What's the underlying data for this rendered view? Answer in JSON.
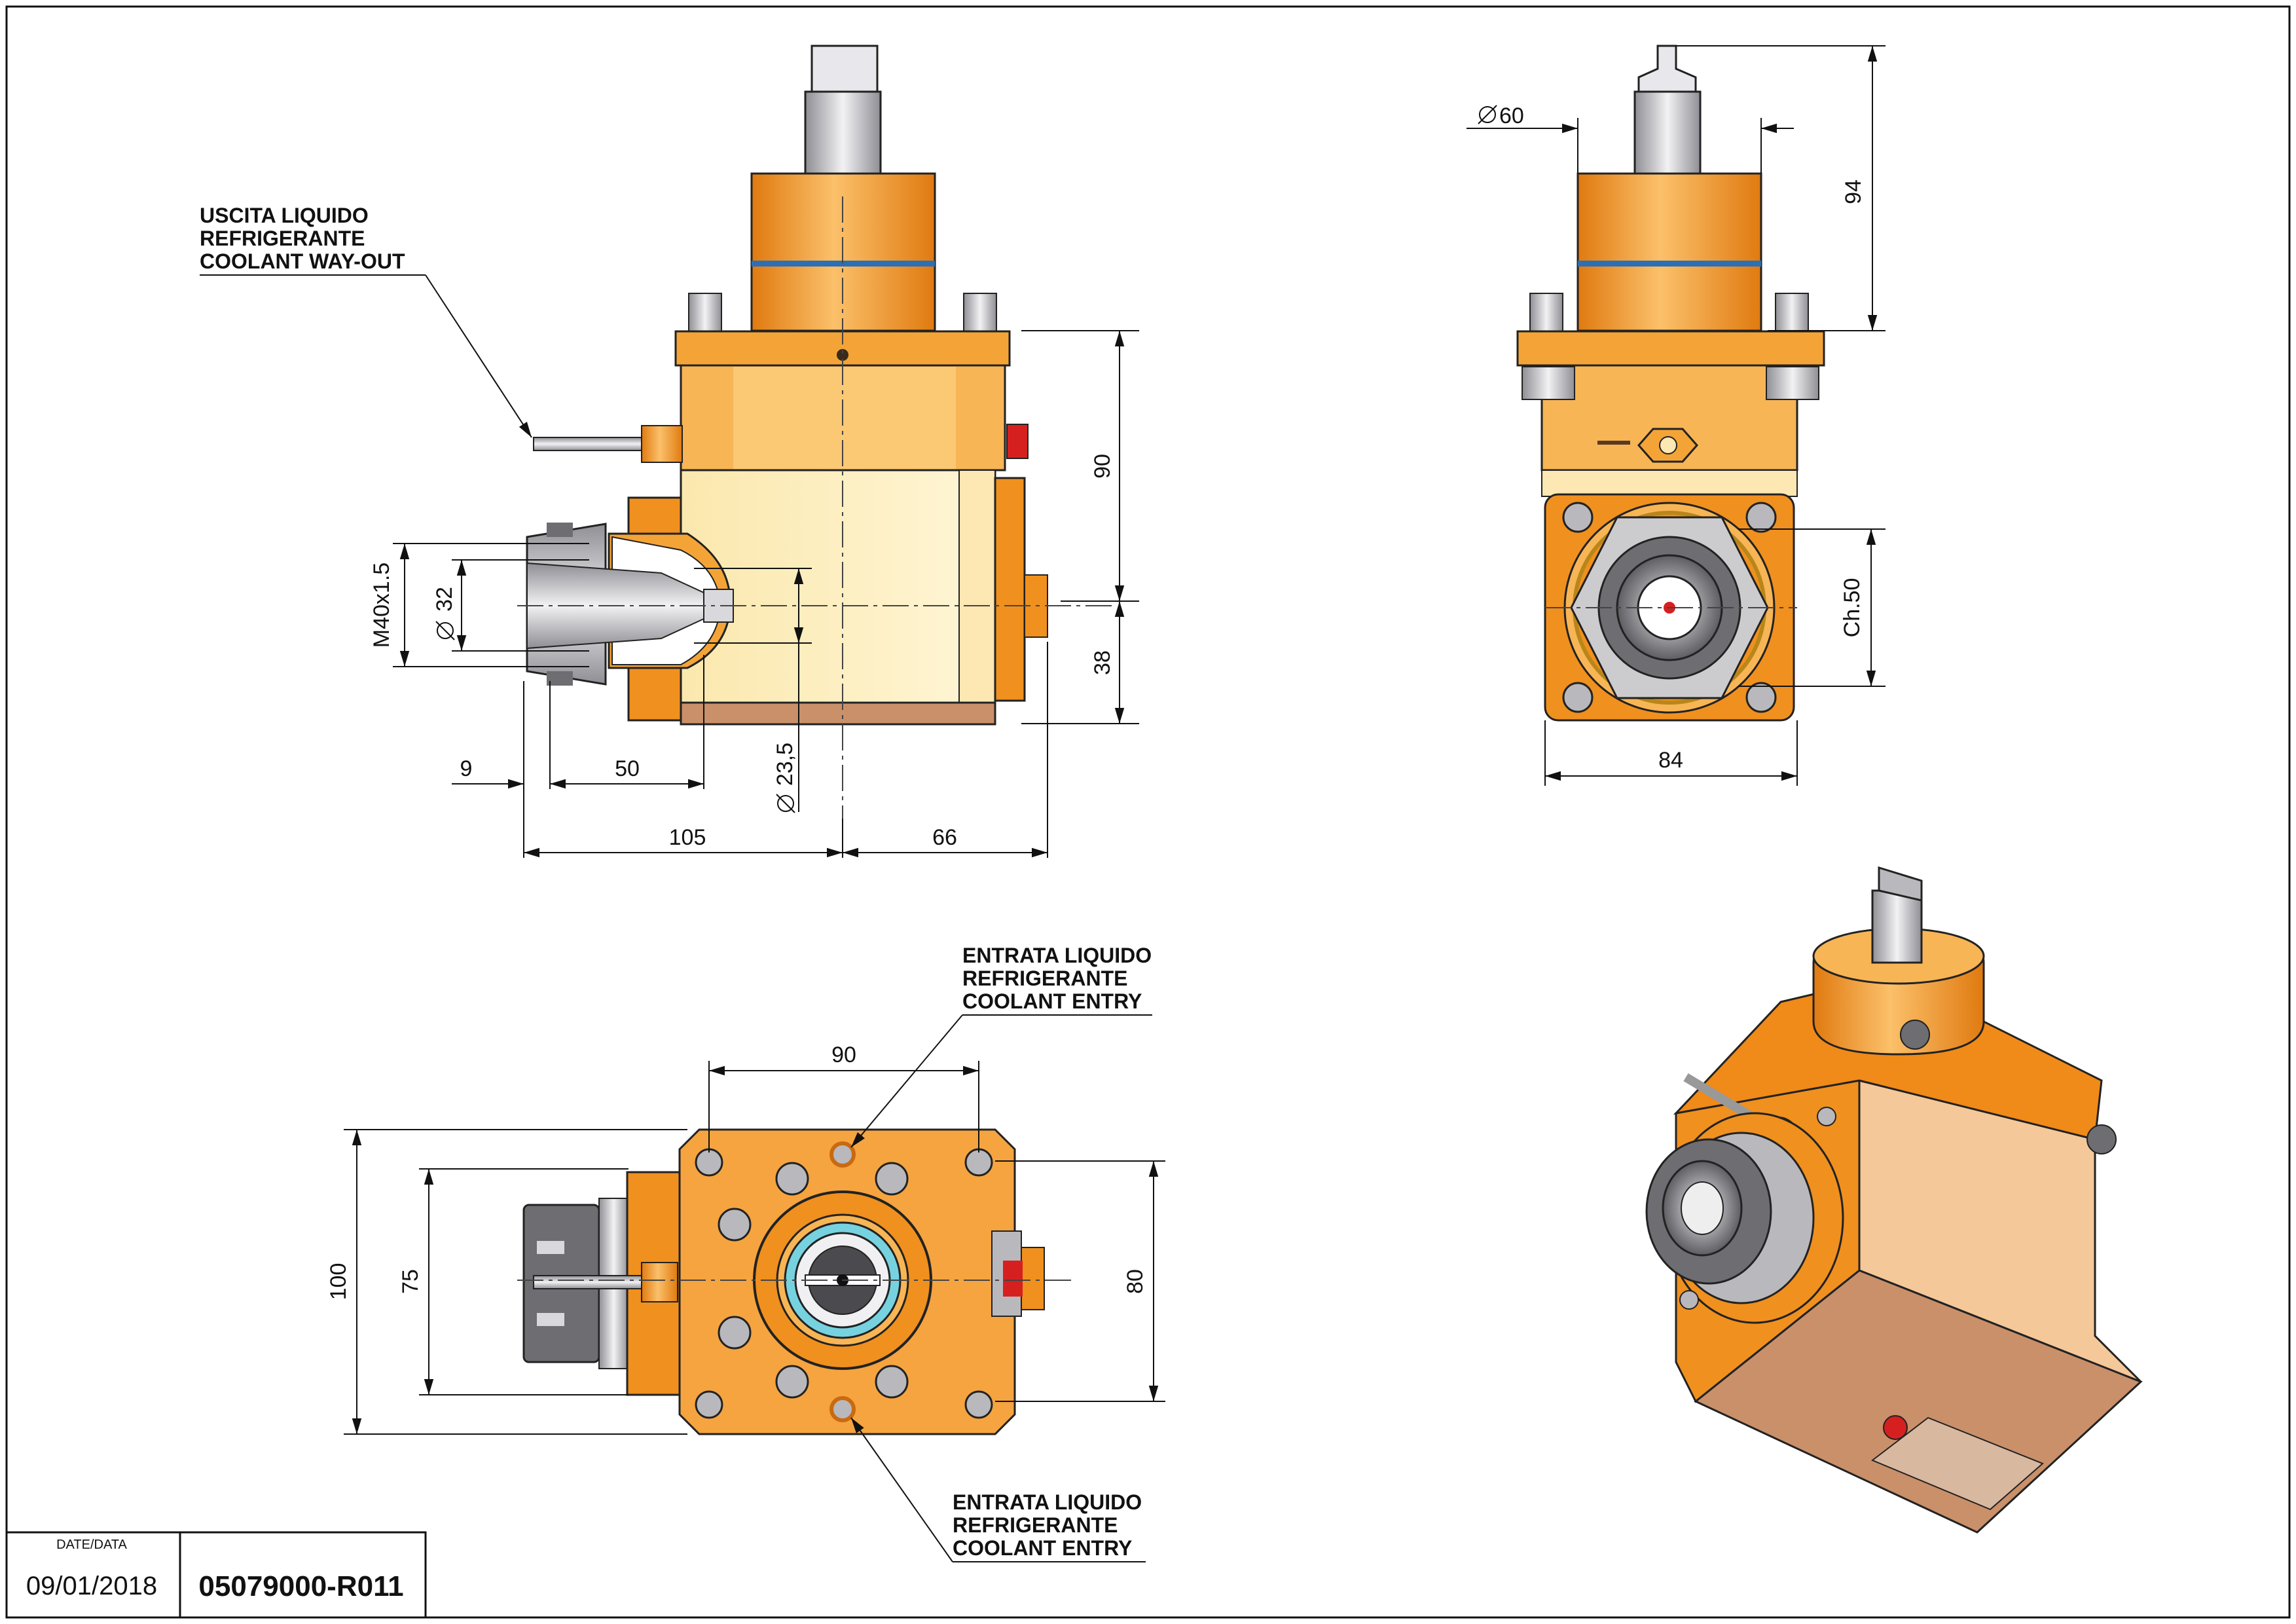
{
  "colors": {
    "orange": "#f0901e",
    "orange_light": "#f7b154",
    "cream": "#fdf1c4",
    "peach": "#f5c89a",
    "copper": "#c9906a",
    "steel": "#b9b9bd",
    "steel_dark": "#6d6d72",
    "blue_ring": "#2c6fb5",
    "red": "#d62020",
    "cyan": "#77d2e0"
  },
  "labels": {
    "coolant_way_out": [
      "USCITA LIQUIDO",
      "REFRIGERANTE",
      "COOLANT WAY-OUT"
    ],
    "coolant_entry_top": [
      "ENTRATA LIQUIDO",
      "REFRIGERANTE",
      "COOLANT ENTRY"
    ],
    "coolant_entry_bottom": [
      "ENTRATA LIQUIDO",
      "REFRIGERANTE",
      "COOLANT ENTRY"
    ]
  },
  "dimensions": {
    "side_view": {
      "thread": "M40x1.5",
      "dia_32": "32",
      "dia_23_5": "23,5",
      "h_90": "90",
      "h_38": "38",
      "w_9": "9",
      "w_50": "50",
      "w_105": "105",
      "w_66": "66"
    },
    "front_view": {
      "dia_60": "60",
      "h_94": "94",
      "ch_50": "Ch.50",
      "w_84": "84"
    },
    "top_view": {
      "w_90": "90",
      "h_100": "100",
      "h_75": "75",
      "h_80": "80"
    }
  },
  "title_block": {
    "date_label": "DATE/DATA",
    "date": "09/01/2018",
    "code": "05079000-R011"
  }
}
